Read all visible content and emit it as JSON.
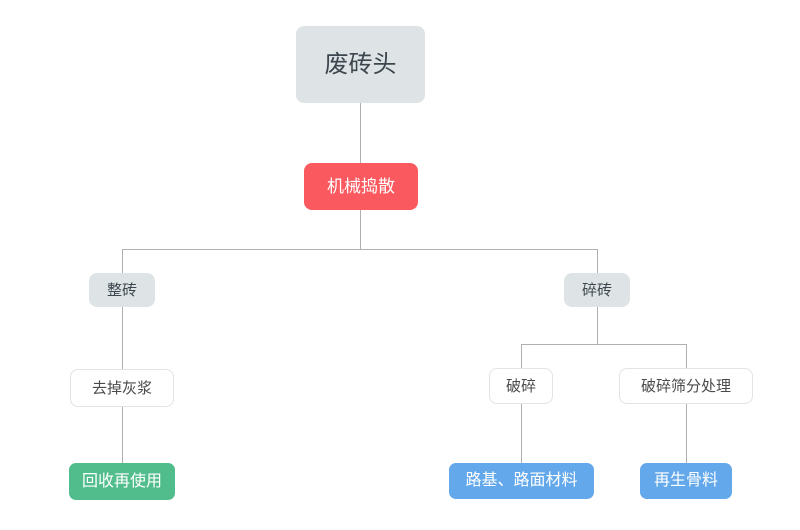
{
  "diagram": {
    "type": "flowchart",
    "nodes": {
      "waste_brick": {
        "label": "废砖头",
        "style": "gray"
      },
      "mechanical_break": {
        "label": "机械捣散",
        "style": "red"
      },
      "whole_brick": {
        "label": "整砖",
        "style": "gray"
      },
      "broken_brick": {
        "label": "碎砖",
        "style": "gray"
      },
      "remove_mortar": {
        "label": "去掉灰浆",
        "style": "outline"
      },
      "crush": {
        "label": "破碎",
        "style": "outline"
      },
      "crush_screening": {
        "label": "破碎筛分处理",
        "style": "outline"
      },
      "recycle_reuse": {
        "label": "回收再使用",
        "style": "green"
      },
      "roadbed_material": {
        "label": "路基、路面材料",
        "style": "blue"
      },
      "recycled_aggregate": {
        "label": "再生骨料",
        "style": "blue"
      }
    },
    "edges": [
      [
        "waste_brick",
        "mechanical_break"
      ],
      [
        "mechanical_break",
        "whole_brick"
      ],
      [
        "mechanical_break",
        "broken_brick"
      ],
      [
        "whole_brick",
        "remove_mortar"
      ],
      [
        "remove_mortar",
        "recycle_reuse"
      ],
      [
        "broken_brick",
        "crush"
      ],
      [
        "broken_brick",
        "crush_screening"
      ],
      [
        "crush",
        "roadbed_material"
      ],
      [
        "crush_screening",
        "recycled_aggregate"
      ]
    ],
    "colors": {
      "canvas_bg": "#ffffff",
      "gray_node_bg": "#dee4e6",
      "red_node_bg": "#fa5a5f",
      "green_node_bg": "#52bd8c",
      "blue_node_bg": "#64a8ec",
      "outline_node_border": "#e3e3e3",
      "connector_line": "#b0b0b0",
      "dark_text": "#3d464e",
      "light_text": "#ffffff"
    }
  }
}
